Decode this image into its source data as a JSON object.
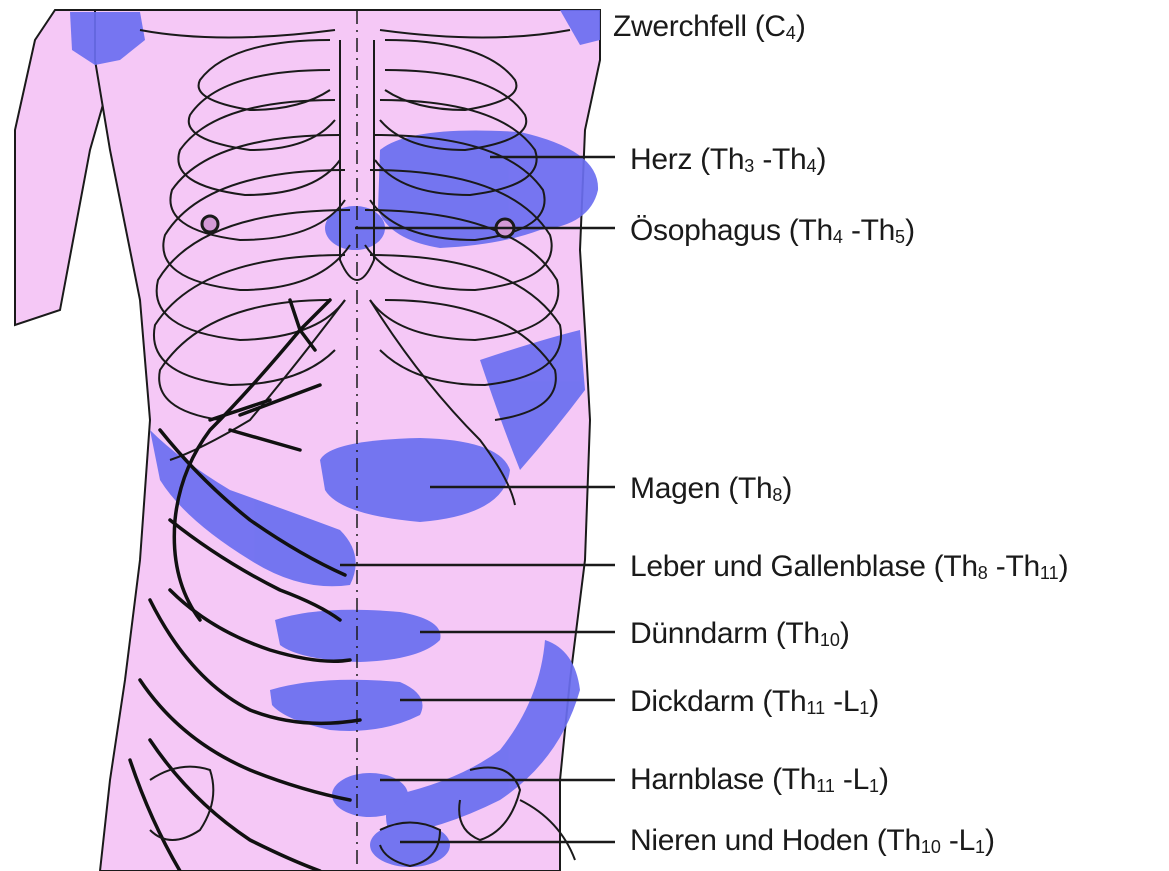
{
  "figure": {
    "description_colors": {
      "skin": "#f5c8f6",
      "zone": "#6a6ef0",
      "outline": "#1a1a1a",
      "background": "#ffffff"
    },
    "labels": [
      {
        "id": "zwerchfell",
        "text": "Zwerchfell (C",
        "sub1": "4",
        "mid": "",
        "sub2": "",
        "end": ")"
      },
      {
        "id": "herz",
        "text": "Herz (Th",
        "sub1": "3",
        "mid": " -Th",
        "sub2": "4",
        "end": ")"
      },
      {
        "id": "oesophagus",
        "text": "Ösophagus (Th",
        "sub1": "4",
        "mid": " -Th",
        "sub2": "5",
        "end": ")"
      },
      {
        "id": "magen",
        "text": "Magen (Th",
        "sub1": "8",
        "mid": "",
        "sub2": "",
        "end": ")"
      },
      {
        "id": "leber",
        "text": "Leber und Gallenblase (Th",
        "sub1": "8",
        "mid": " -Th",
        "sub2": "11",
        "end": ")"
      },
      {
        "id": "duenndarm",
        "text": "Dünndarm (Th",
        "sub1": "10",
        "mid": "",
        "sub2": "",
        "end": ")"
      },
      {
        "id": "dickdarm",
        "text": "Dickdarm (Th",
        "sub1": "11",
        "mid": " -L",
        "sub2": "1",
        "end": ")"
      },
      {
        "id": "harnblase",
        "text": "Harnblase (Th",
        "sub1": "11",
        "mid": " -L",
        "sub2": "1",
        "end": ")"
      },
      {
        "id": "nieren",
        "text": "Nieren und Hoden (Th",
        "sub1": "10",
        "mid": " -L",
        "sub2": "1",
        "end": ")"
      }
    ]
  }
}
